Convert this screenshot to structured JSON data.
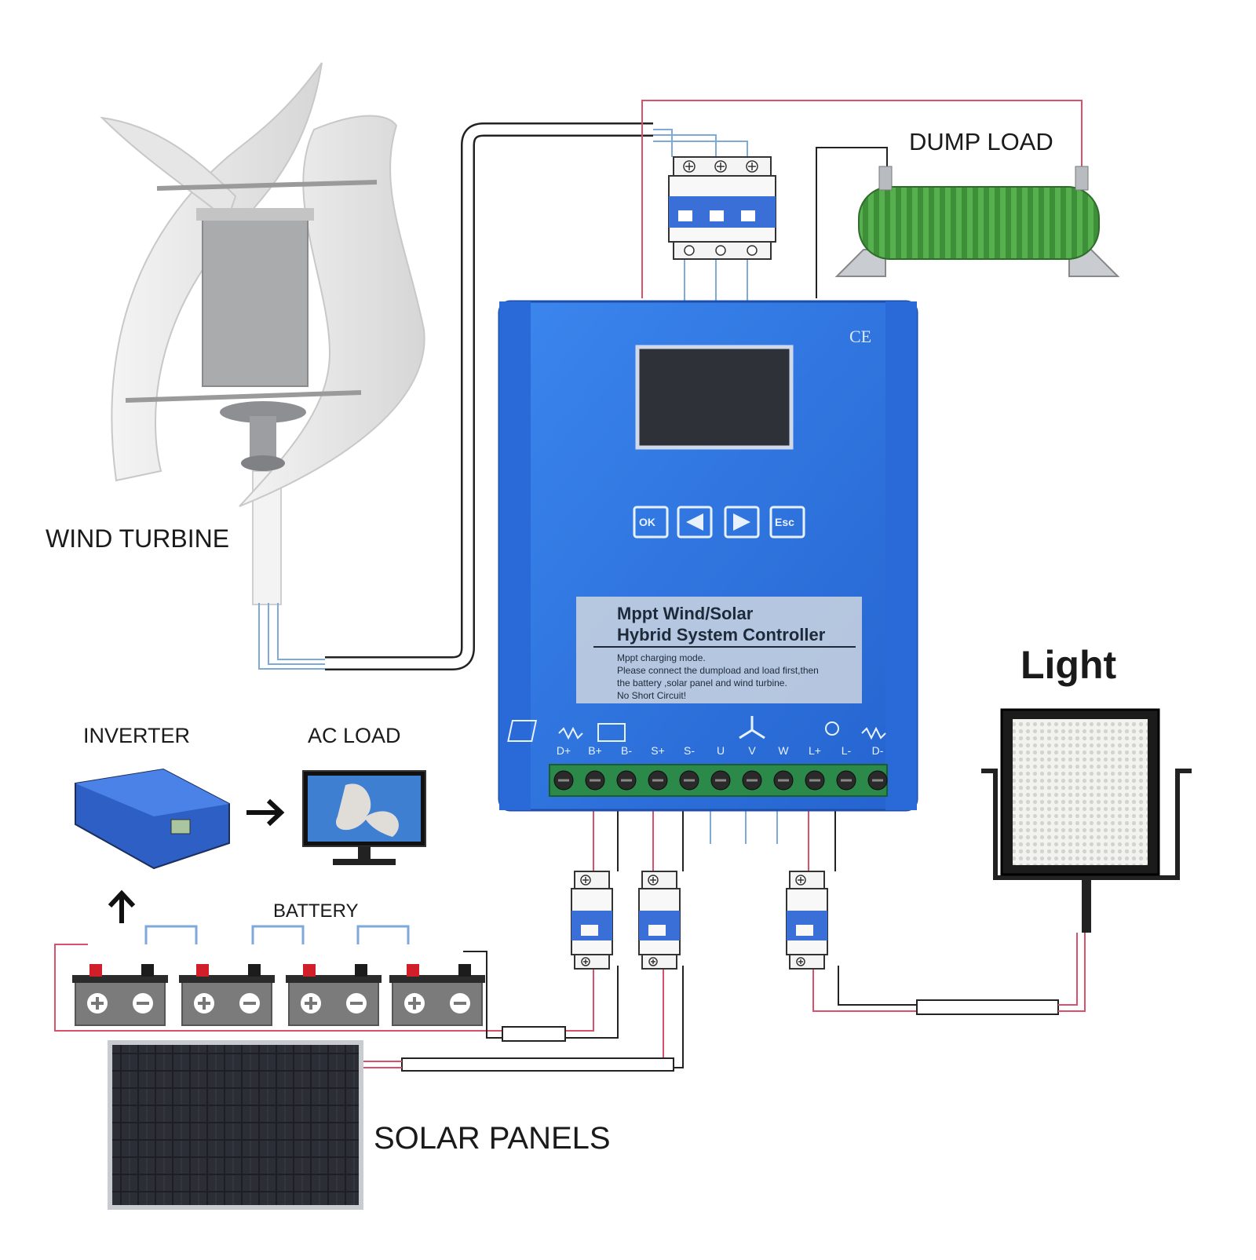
{
  "labels": {
    "wind_turbine": "WIND TURBINE",
    "dump_load": "DUMP LOAD",
    "light": "Light",
    "inverter": "INVERTER",
    "ac_load": "AC LOAD",
    "battery": "BATTERY",
    "solar_panels": "SOLAR PANELS"
  },
  "controller": {
    "title_line1": "Mppt Wind/Solar",
    "title_line2": "Hybrid System Controller",
    "note_line1": "Mppt charging mode.",
    "note_line2": "Please connect the dumpload and load first,then",
    "note_line3": "the battery ,solar panel and wind turbine.",
    "note_line4": "No Short Circuit!",
    "ce_mark": "CE",
    "buttons": {
      "ok": "OK",
      "esc": "Esc"
    },
    "terminals": [
      "D+",
      "B+",
      "B-",
      "S+",
      "S-",
      "U",
      "V",
      "W",
      "L+",
      "L-",
      "D-"
    ]
  },
  "colors": {
    "controller_blue": "#2f78e0",
    "wire_red": "#d9506a",
    "wire_blue": "#7fa9d8",
    "wire_black": "#222222",
    "dump_load_green": "#3f9a3a",
    "breaker_blue": "#3a6fd8"
  }
}
